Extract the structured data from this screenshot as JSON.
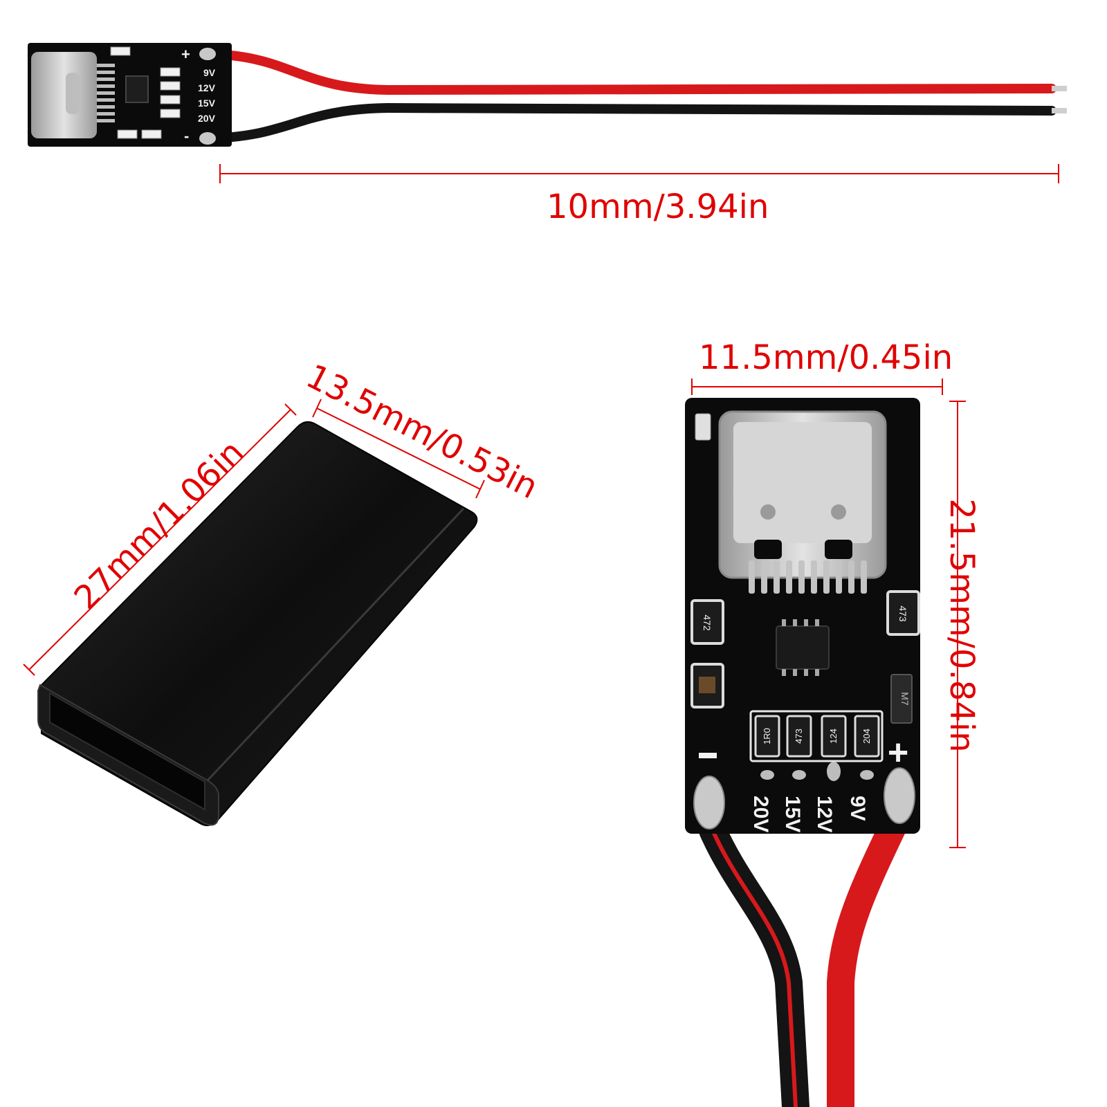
{
  "theme": {
    "dimension_color": "#e00000",
    "board_color": "#0b0b0b",
    "wire_red": "#d7191c",
    "wire_black": "#141414",
    "case_color": "#101010",
    "connector_color": "#c9c9c9",
    "silk_color": "#f2f2f2"
  },
  "dimensions": {
    "cable_length": "10mm/3.94in",
    "case_length": "27mm/1.06in",
    "case_width": "13.5mm/0.53in",
    "board_width": "11.5mm/0.45in",
    "board_length": "21.5mm/0.84in"
  },
  "board_markings": {
    "plus": "+",
    "minus": "-",
    "voltages": [
      "9V",
      "12V",
      "15V",
      "20V"
    ],
    "resistor_codes": [
      "1R0",
      "473",
      "124",
      "204"
    ],
    "side_resistor_left": "472",
    "side_resistor_right": "473",
    "diode_code": "M7"
  },
  "icons": {
    "usb_c": "usb-c-port-icon",
    "chip": "ic-chip-icon"
  }
}
